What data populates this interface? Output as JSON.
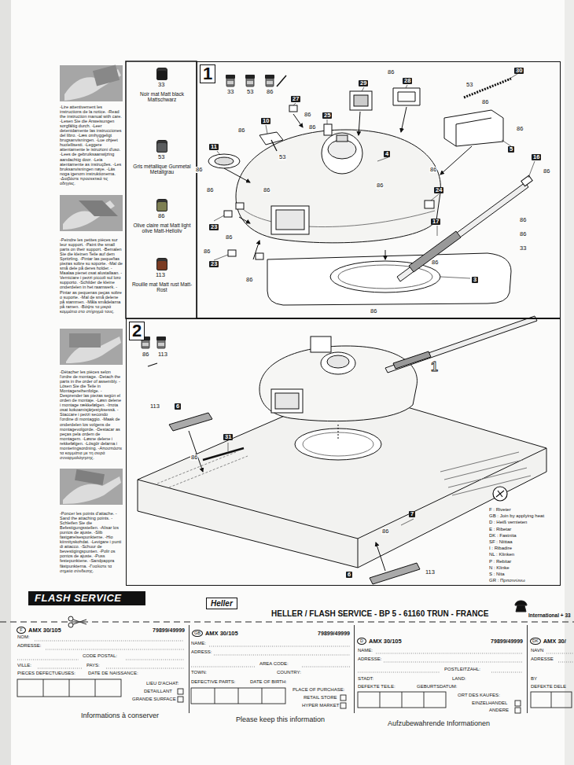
{
  "diagram": {
    "nodes": [
      {
        "text": [
          "1"
        ]
      },
      {
        "text": [
          "2"
        ]
      },
      {
        "text": [
          "F",
          "AMX 30/105",
          "79899/49999"
        ]
      },
      {
        "text": [
          "GB",
          "AMX 30/105",
          "79899/49999"
        ]
      },
      {
        "text": [
          "D",
          "AMX 30/105",
          "79899/49999"
        ]
      },
      {
        "text": [
          "DK",
          "AMX 30/"
        ]
      }
    ],
    "labels": [
      "33",
      "53",
      "86",
      "113",
      "33",
      "53",
      "86",
      "27",
      "86",
      "10",
      "86",
      "53",
      "11",
      "86",
      "29",
      "86",
      "28",
      "86",
      "25",
      "86",
      "30",
      "53",
      "86",
      "86",
      "5",
      "4",
      "86",
      "24",
      "16",
      "86",
      "17",
      "86",
      "86",
      "33",
      "86",
      "86",
      "23",
      "86",
      "86",
      "23",
      "86",
      "86",
      "3",
      "86",
      "86",
      "113",
      "113",
      "6",
      "31",
      "86",
      "1",
      "7",
      "86",
      "113",
      "6",
      "F : Riveter",
      "GB : Join by applying heat",
      "D : Heiß vernieten",
      "E : Ribetar",
      "DK : Fastnita",
      "SF : Niittaa",
      "I : Ribadire",
      "NL : Klinken",
      "P : Rebitar",
      "N : Klinke",
      "S : Nita",
      "GR : Πριτσινώνω",
      "-Lire attentivement les instructions de la notice. -Read the instruction manual with care. -Lesen Sie die Anweisungen sorgfältig durch. -Leer detenidamente las instrucciones del libro. -Læs omhyggeligt brugsanvisningen. -Lue ohjeet huolellisesti. -Leggere attentamente le istruzioni d'uso. -Lees de gebruiksaanwijzing aandachtig door. -Leia atentamente as instruções. -Les bruksanvisningen nøye. -Läs noga igenom instruktionerna. -Διαβάστε προσεκτικά τις οδηγίες.",
      "-Peindre les petites pièces sur leur support. -Paint the small parts on their support. -Bemalen Sie die kleinen Teile auf dem Spritzling. -Pintar las pequeñas piezas sobre su soporte. -Mal de små dele på deres holder. -Maalaa pienet osat alustallaan. -Verniciare i pezzi piccoli sul loro supporto. -Schilder de kleine onderdelen in het raamwerk. -Pintar as pequenas peças sobre o suporte. -Mal de små delene på stammen. -Måla smådelarna på ramen. -Βάψτε τα μικρά κομμάτια στο στήριγμά τους.",
      "-Détacher les pièces selon l'ordre de montage. -Detach the parts in the order of assembly. -Lösen Sie die Teile in Montagereihenfolge. -Desprender las piezas según el orden de montaje. -Løsn delene i montage rækkefølgen. -Irrota osat kokoamisjärjestyksessä. -Staccare i pezzi secondo l'ordine di montaggio. -Maak de onderdelen los volgens de montagevolgorde. -Destacar as peças pela ordem de montagem. -Løsne delene i rekkefølgen. -Lösgör delarna i monteringsordning. -Αποσπάστε τα κομμάτια με τη σειρά συναρμολόγησης.",
      "-Poncer les points d'attache. -Sand the attaching points. -Schleifen Sie die Befestigungsstellen. -Alisar los puntos de ajuste. -Slib fastgørelsespunkterne. -Hio kiinnityskohdat. -Levigare i punti di attacco. -Schuur de bevestigingspunten. -Polir os pontos de ajuste. -Puss festepunktene. -Sandpappra fästpunkterna. -Γυαλίστε τα σημεία σύνδεσης.",
      "FLASH SERVICE",
      "Heller",
      "HELLER / FLASH SERVICE - BP 5 - 61160 TRUN - FRANCE",
      "International + 33",
      "NOM:",
      "ADRESSE:",
      "CODE POSTAL:",
      "VILLE:",
      "PAYS:",
      "PIECES DEFECTUEUSES:",
      "DATE DE NAISSANCE:",
      "LIEU D'ACHAT:",
      "DETAILLANT",
      "GRANDE SURFACE",
      "Informations à conserver",
      "NAME:",
      "ADRESS:",
      "AREA CODE:",
      "TOWN:",
      "COUNTRY:",
      "DEFECTIVE PARTS:",
      "DATE OF BIRTH:",
      "PLACE OF PURCHASE:",
      "RETAIL STORE",
      "HYPER MARKET",
      "Please keep this information",
      "NAME:",
      "ADRESSE:",
      "POSTLEITZAHL:",
      "STADT:",
      "LAND:",
      "DEFEKTE TEILE:",
      "GEBURTSDATUM:",
      "ORT DES KAUFES:",
      "EINZELHANDEL",
      "ANDERE",
      "Aufzubewahrende Informationen",
      "NAVN",
      "ADRESSE",
      "BY",
      "DEFEKTE DELE"
    ],
    "legend": [
      {
        "text": "Noir mat Matt black Mattschwarz",
        "color": "#1a1a1a"
      },
      {
        "text": "Gris métallique Gunmetal Metallgrau",
        "color": "#5a5c5e"
      },
      {
        "text": "Olive claire mat Matt light olive Matt-Helloliv",
        "color": "#7d7f52"
      },
      {
        "text": "Rouille mat Matt rust Matt-Rost",
        "color": "#7a3b22"
      }
    ]
  }
}
